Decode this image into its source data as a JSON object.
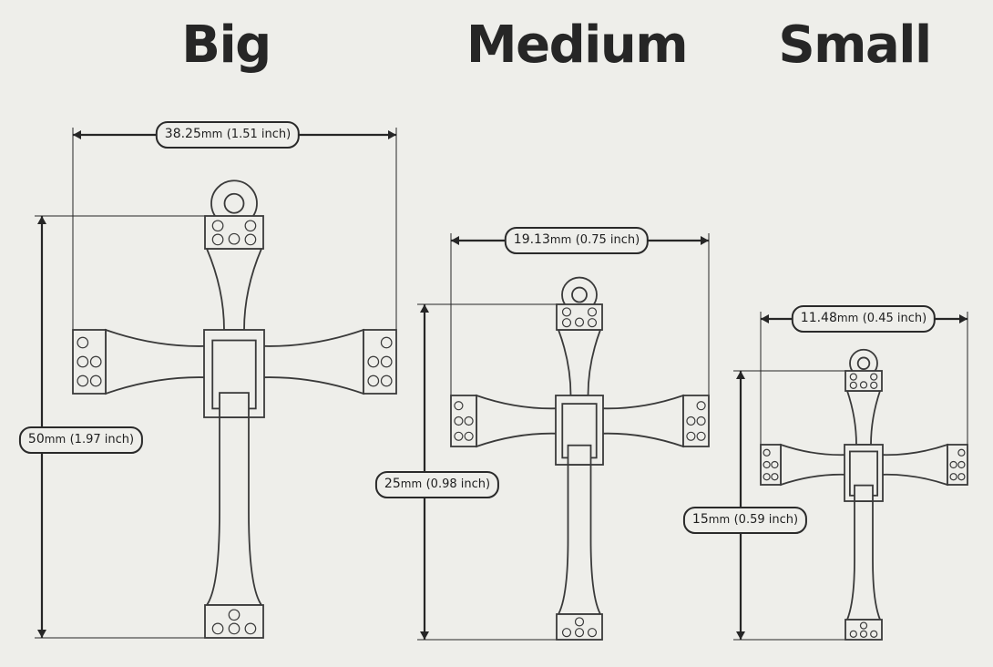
{
  "sizes": [
    {
      "key": "big",
      "title": "Big",
      "width": {
        "value": "38.25",
        "unit": "mm",
        "inch": "(1.51 inch)"
      },
      "height": {
        "value": "50",
        "unit": "mm",
        "inch": "(1.97 inch)"
      }
    },
    {
      "key": "medium",
      "title": "Medium",
      "width": {
        "value": "19.13",
        "unit": "mm",
        "inch": "(0.75 inch)"
      },
      "height": {
        "value": "25",
        "unit": "mm",
        "inch": "(0.98 inch)"
      }
    },
    {
      "key": "small",
      "title": "Small",
      "width": {
        "value": "11.48",
        "unit": "mm",
        "inch": "(0.45 inch)"
      },
      "height": {
        "value": "15",
        "unit": "mm",
        "inch": "(0.59 inch)"
      }
    }
  ],
  "colors": {
    "background": "#eeeeea",
    "ink": "#262626",
    "outline": "#3a3a3a"
  }
}
